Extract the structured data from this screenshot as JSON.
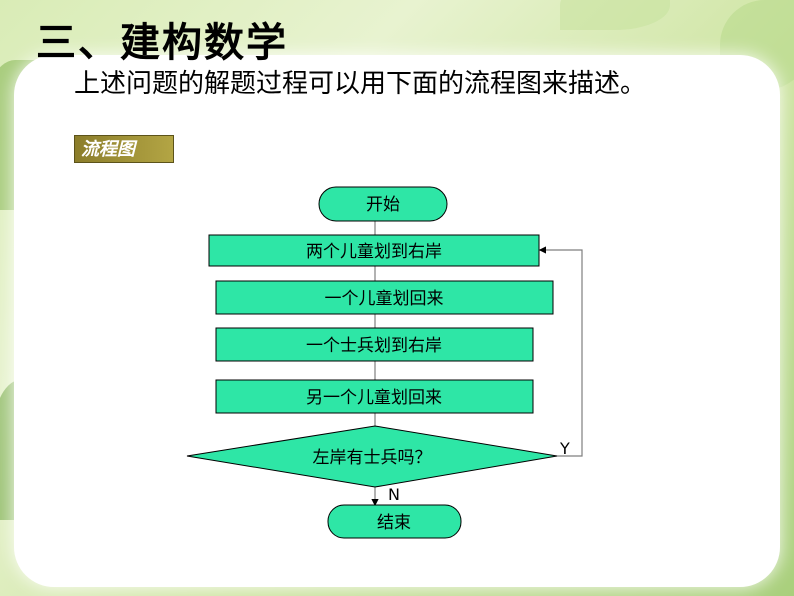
{
  "slide": {
    "title": "三、建构数学",
    "subtitle": "上述问题的解题过程可以用下面的流程图来描述。",
    "tag": "流程图"
  },
  "flowchart": {
    "start": "开始",
    "steps": [
      "两个儿童划到右岸",
      "一个儿童划回来",
      "一个士兵划到右岸",
      "另一个儿童划回来"
    ],
    "decision": "左岸有士兵吗？",
    "yes_label": "Y",
    "no_label": "N",
    "end": "结束"
  },
  "colors": {
    "box_fill": "#2ee6a6",
    "stroke": "#000000",
    "connector": "#7f7f7f"
  }
}
